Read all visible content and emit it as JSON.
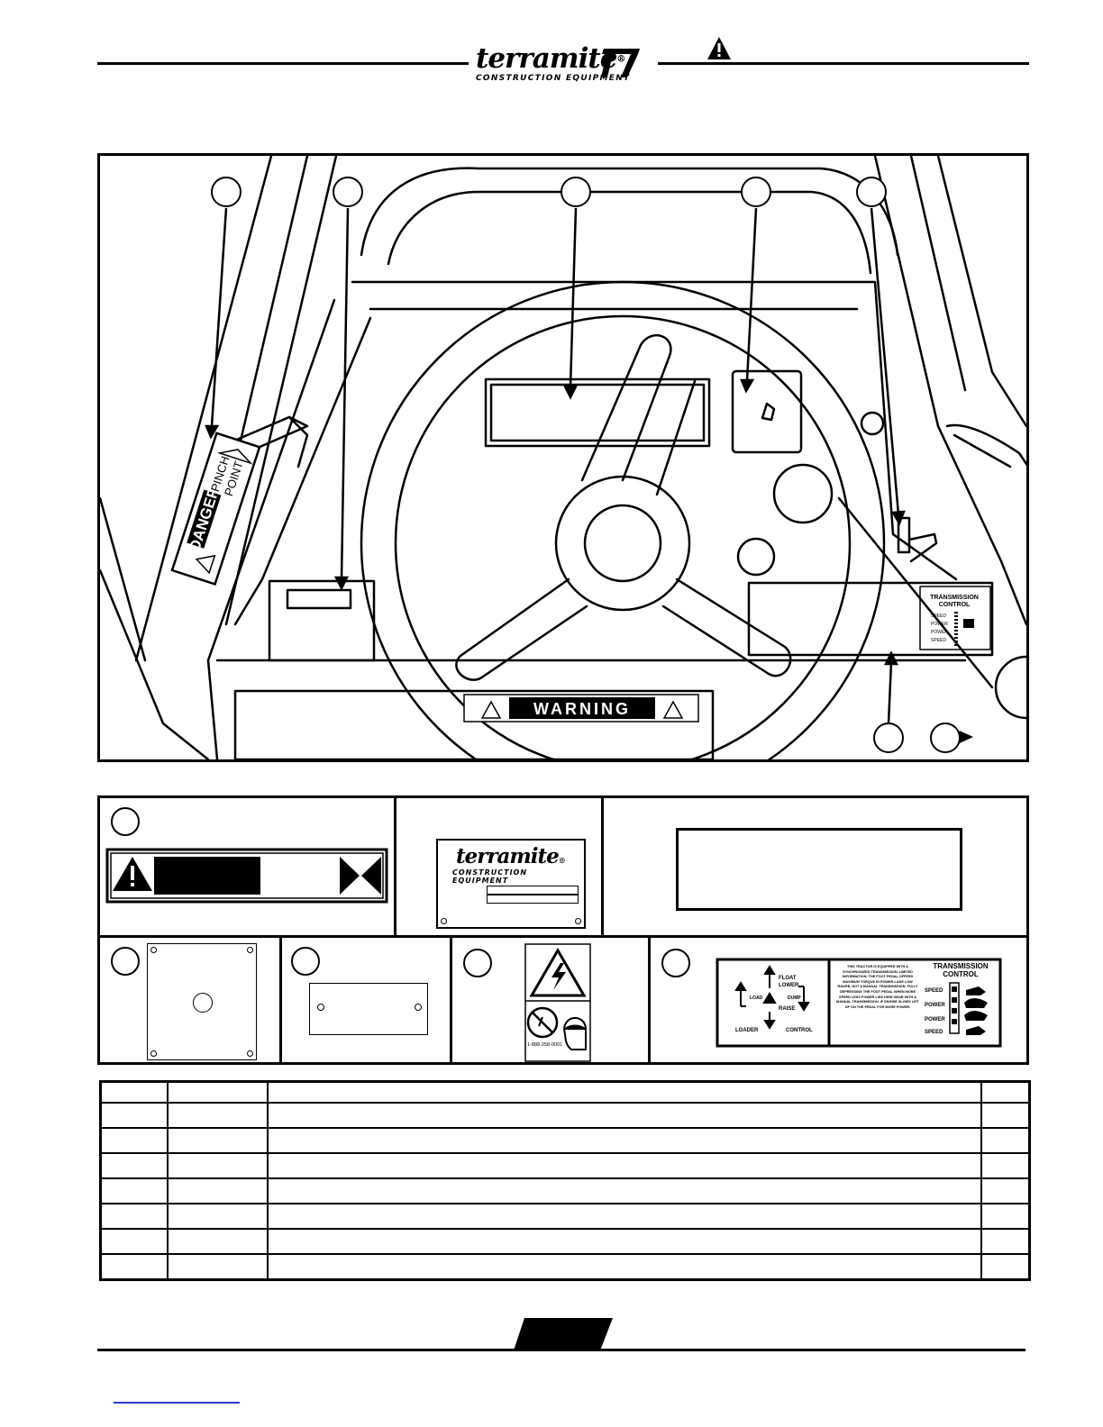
{
  "header": {
    "brand_name": "terramite",
    "brand_registered": "®",
    "brand_tagline": "CONSTRUCTION EQUIPMENT",
    "model_mark": "T7"
  },
  "figure": {
    "danger_decal": {
      "word": "DANGER",
      "line1": "PINCH",
      "line2": "POINT"
    },
    "warning_strip": "WARNING",
    "transmission_decal": {
      "title_line1": "TRANSMISSION",
      "title_line2": "CONTROL",
      "rows": [
        "SPEED",
        "POWER",
        "POWER",
        "SPEED"
      ]
    }
  },
  "decal_panels": {
    "nameplate": {
      "brand_name": "terramite",
      "brand_registered": "®",
      "brand_tagline": "CONSTRUCTION EQUIPMENT"
    },
    "safety_decal": {
      "phone": "1-888-258-0001"
    },
    "control_decal": {
      "left": {
        "float": "FLOAT",
        "lower": "LOWER",
        "raise": "RAISE",
        "load": "LOAD",
        "dump": "DUMP",
        "loader": "LOADER",
        "control": "CONTROL"
      },
      "middle_text": "THIS TRACTOR IS EQUIPPED WITH A SYNCHRONIZED TRANSMISSION. LIMITED INFORMATION: THE FOOT PEDAL OFFERS MAXIMUM TORQUE IN POWER-LAKE LOW RANGE, NOT A MANUAL TRANSMISSION. FULLY DEPRESSING THE FOOT PEDAL WHEN MORE SPEED LESS POWER LIKE HIGH GEAR WITH A MANUAL TRANSMISSION. IF ENGINE SLOWS LIFT UP ON THE PEDAL FOR MORE POWER.",
      "right": {
        "title_line1": "TRANSMISSION",
        "title_line2": "CONTROL",
        "rows": [
          "SPEED",
          "POWER",
          "POWER",
          "SPEED"
        ]
      }
    }
  },
  "parts_table": {
    "row_count": 7
  },
  "colors": {
    "ink": "#000000",
    "paper": "#ffffff",
    "footer_link": "#2a3cc8"
  }
}
